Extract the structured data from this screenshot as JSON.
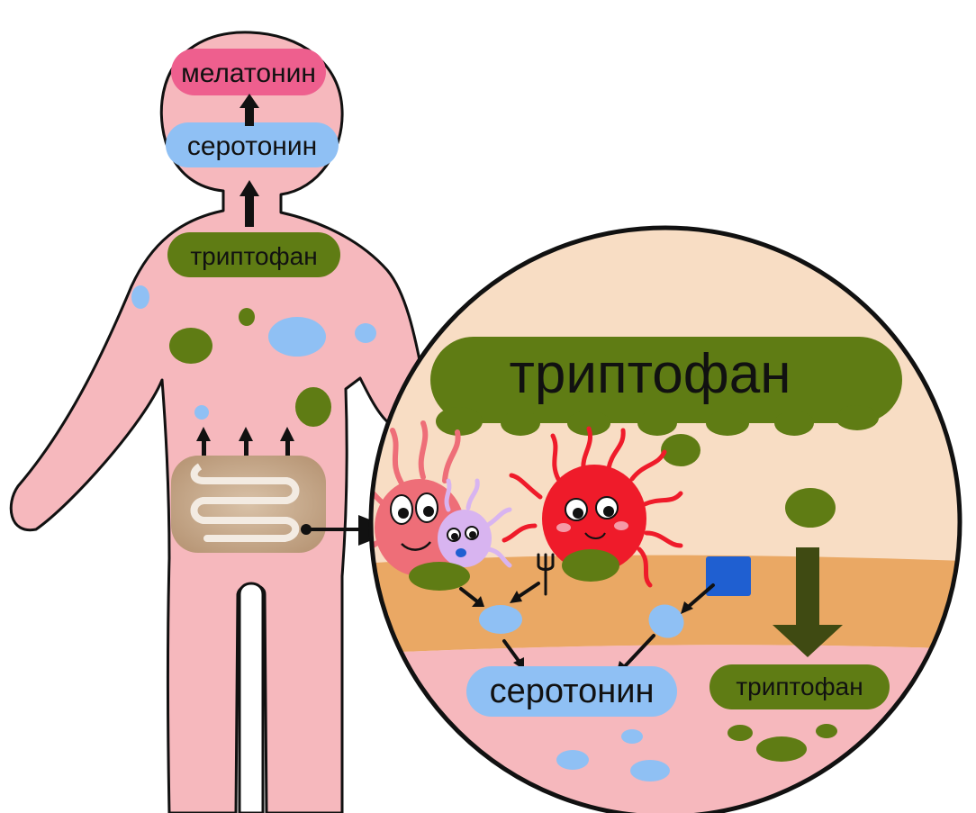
{
  "labels": {
    "brain_top": "мелатонин",
    "brain_bottom": "серотонин",
    "chest": "триптофан",
    "zoom_top": "триптофан",
    "zoom_result": "серотонин",
    "zoom_right": "триптофан"
  },
  "colors": {
    "skin": "#f6b8bd",
    "outline": "#111111",
    "tryptophan": "#5f7c14",
    "serotonin": "#8fc0f4",
    "melatonin": "#ee5f8e",
    "zoom_bg": "#f8ddc4",
    "zoom_band": "#eaa864",
    "zoom_bottom": "#f6b8bd",
    "microbe_red": "#ef1b2a",
    "microbe_pink": "#ee6e78",
    "microbe_lilac": "#d8b4f0",
    "intestine": "#c9ab8d",
    "block_blue": "#1f5fd1",
    "dark_arrow": "#3f4a12"
  },
  "icons": [
    "up-arrow-icon",
    "down-arrow-icon",
    "fork-icon",
    "microbe-icon",
    "intestine-icon"
  ]
}
